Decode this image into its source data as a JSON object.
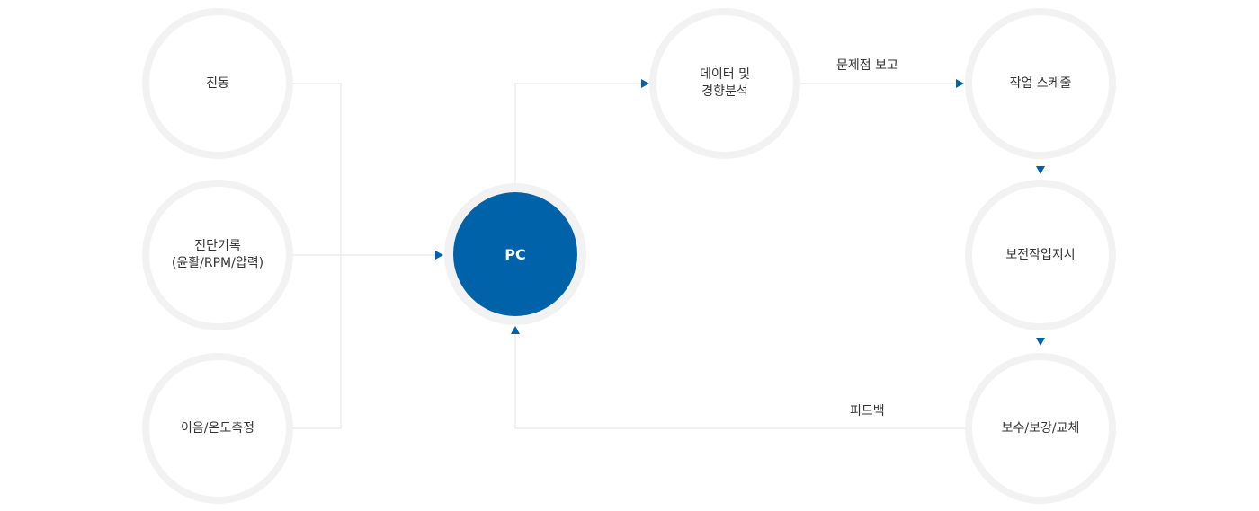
{
  "nodes": {
    "vibration": "진동",
    "diagnosis": "진단기록\n(윤활/RPM/압력)",
    "noise_temp": "이음/온도측정",
    "pc": "PC",
    "analysis": "데이터 및\n경향분석",
    "schedule": "작업 스케줄",
    "maintenance_order": "보전작업지시",
    "repair": "보수/보강/교체"
  },
  "edges": {
    "problem_report": "문제점 보고",
    "feedback": "피드백"
  },
  "colors": {
    "accent": "#0062a8",
    "ring": "#f2f2f3",
    "line": "#e3e3e3"
  }
}
